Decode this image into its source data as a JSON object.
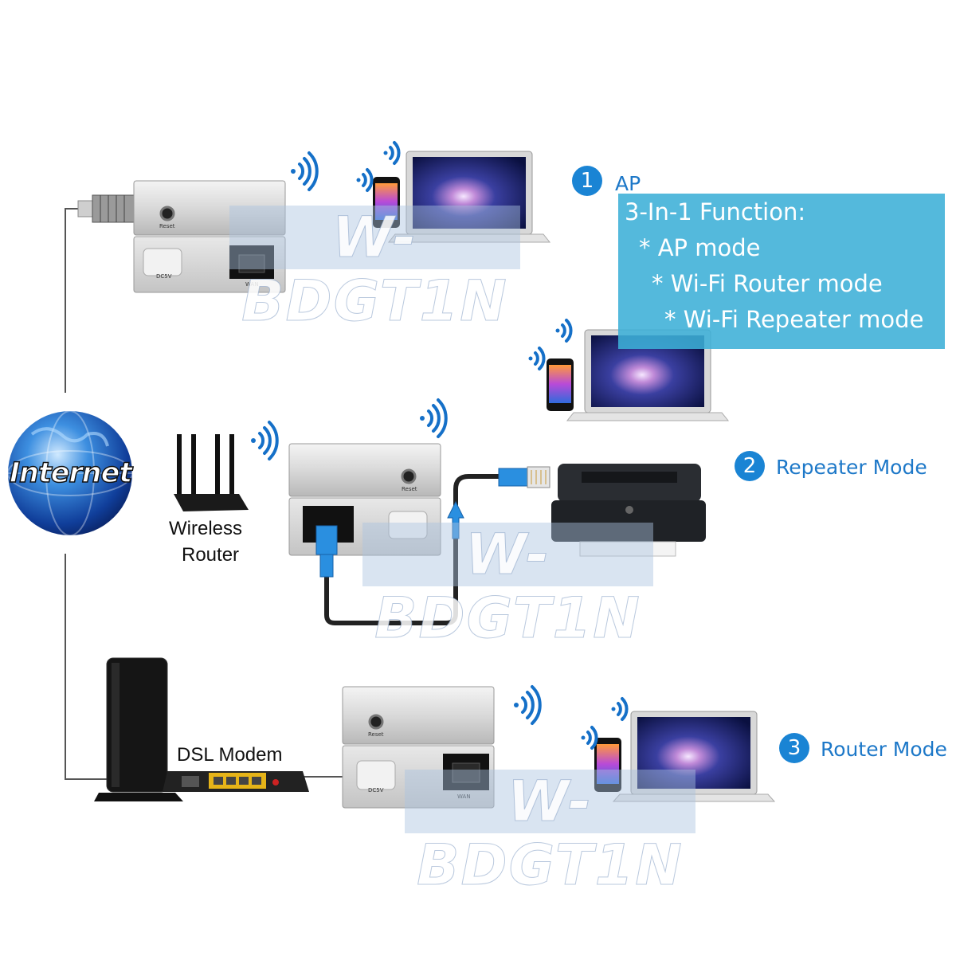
{
  "internet": {
    "label": "Internet"
  },
  "function_box": {
    "title": "3-In-1 Function:",
    "items": [
      "* AP mode",
      "* Wi-Fi Router mode",
      "* Wi-Fi Repeater mode"
    ]
  },
  "modes": [
    {
      "number": "1",
      "label": "AP"
    },
    {
      "number": "2",
      "label": "Repeater Mode"
    },
    {
      "number": "3",
      "label": "Router Mode"
    }
  ],
  "devices": {
    "wireless_router": {
      "label_line1": "Wireless",
      "label_line2": "Router"
    },
    "dsl_modem": {
      "label": "DSL Modem"
    }
  },
  "watermark": {
    "text": "W-BDGT1N"
  },
  "device_markings": {
    "reset": "Reset",
    "port": "WAN",
    "power": "DC5V"
  },
  "colors": {
    "accent_blue": "#1a84d4",
    "function_box": "#3cafd7",
    "cable_blue": "#2a8fe0",
    "line": "#555555"
  },
  "icons": [
    "wifi-signal-icon",
    "globe-icon",
    "laptop-icon",
    "smartphone-icon",
    "printer-icon",
    "ethernet-cable-icon",
    "up-arrow-icon"
  ]
}
